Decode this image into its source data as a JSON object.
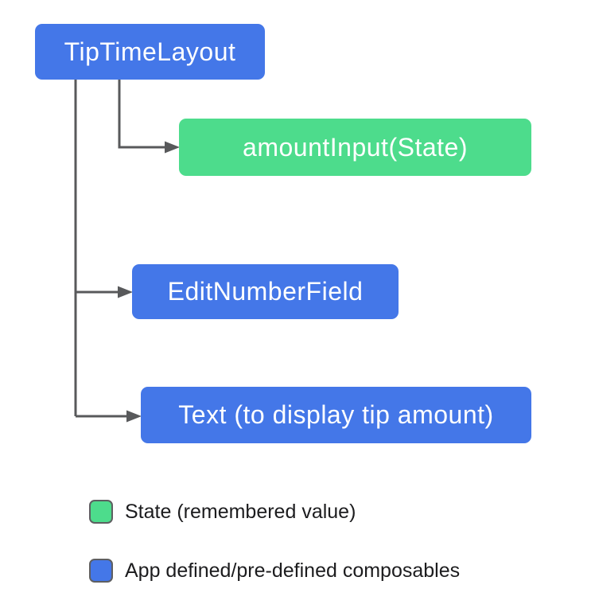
{
  "diagram": {
    "root": {
      "label": "TipTimeLayout",
      "type": "composable"
    },
    "children": [
      {
        "label": "amountInput(State)",
        "type": "state"
      },
      {
        "label": "EditNumberField",
        "type": "composable"
      },
      {
        "label": "Text (to display tip amount)",
        "type": "composable"
      }
    ],
    "colors": {
      "state_green": "#4DDC8C",
      "composable_blue": "#4477E8",
      "connector_gray": "#58595B",
      "node_text": "#FFFFFF",
      "legend_text": "#1C1C1E"
    }
  },
  "legend": {
    "items": [
      {
        "label": "State (remembered value)",
        "swatch_color": "#4DDC8C"
      },
      {
        "label": "App defined/pre-defined composables",
        "swatch_color": "#4477E8"
      }
    ]
  }
}
